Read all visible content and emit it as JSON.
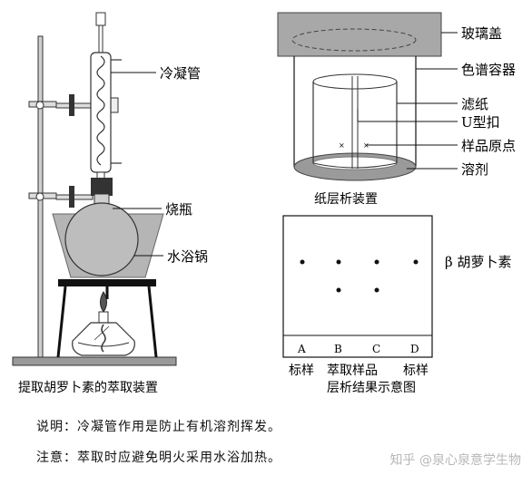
{
  "left_figure": {
    "labels": {
      "condenser": "冷凝管",
      "flask": "烧瓶",
      "water_bath": "水浴锅"
    },
    "caption": "提取胡罗卜素的萃取装置"
  },
  "top_right_figure": {
    "labels": {
      "glass_lid": "玻璃盖",
      "chromatography_container": "色谱容器",
      "filter_paper": "滤纸",
      "u_clip": "U型扣",
      "sample_origin": "样品原点",
      "solvent": "溶剂"
    },
    "caption": "纸层析装置"
  },
  "bottom_right_figure": {
    "spot_label": "β 胡萝卜素",
    "lanes": [
      "A",
      "B",
      "C",
      "D"
    ],
    "sub_labels": {
      "left": "标样",
      "middle": "萃取样品",
      "right": "标样"
    },
    "caption": "层析结果示意图"
  },
  "notes": {
    "note1": "说明：冷凝管作用是防止有机溶剂挥发。",
    "note2": "注意：萃取时应避免明火采用水浴加热。"
  },
  "watermark": "知乎 @泉心泉意学生物"
}
